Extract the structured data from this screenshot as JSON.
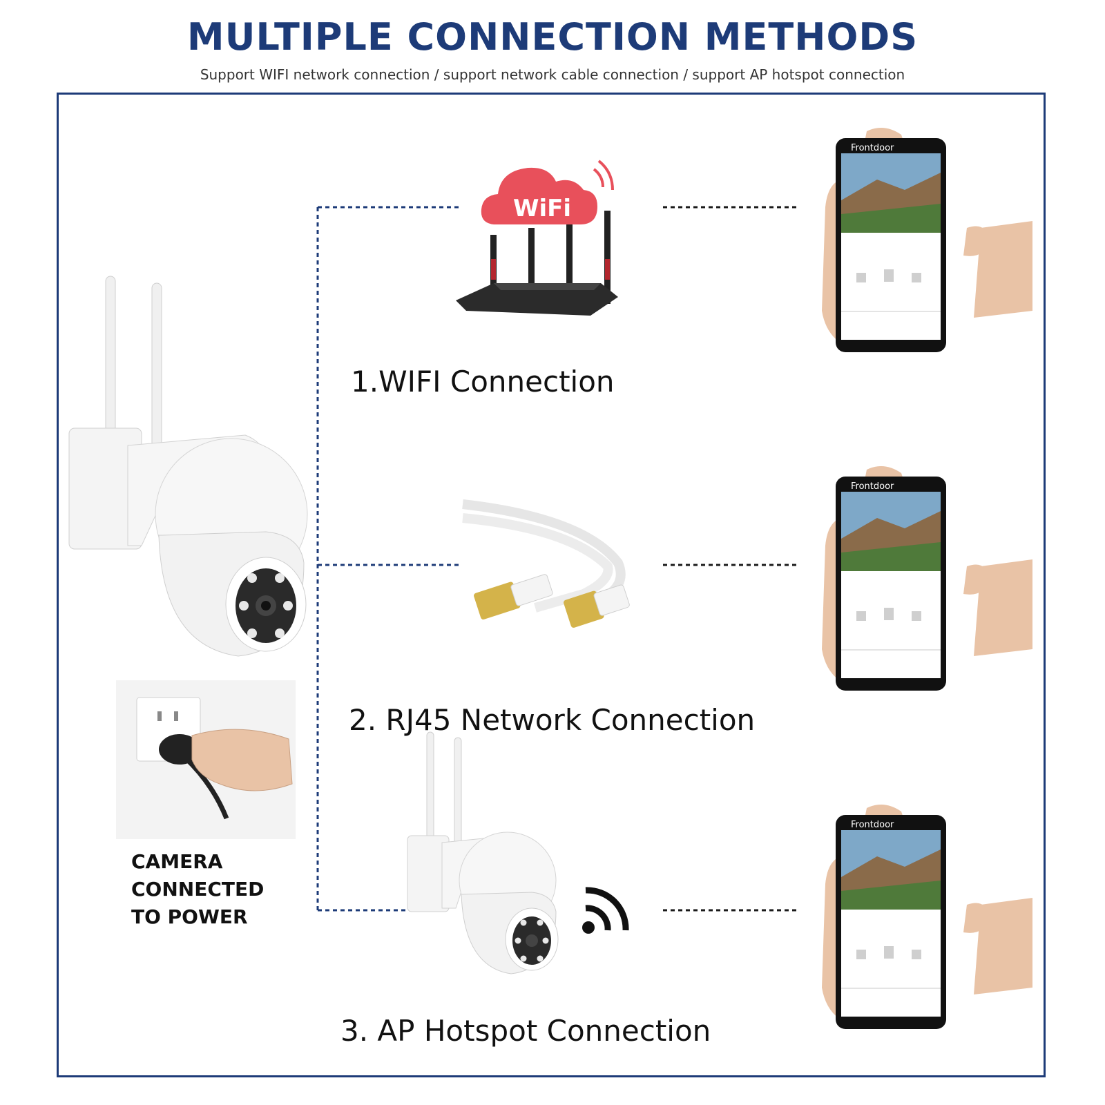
{
  "header": {
    "title": "MULTIPLE CONNECTION METHODS",
    "subtitle": "Support WIFI network connection / support network cable connection / support AP hotspot connection"
  },
  "methods": [
    {
      "label": "1.WIFI Connection"
    },
    {
      "label": "2. RJ45 Network Connection"
    },
    {
      "label": "3. AP Hotspot Connection"
    }
  ],
  "power": {
    "lines": [
      "CAMERA",
      "CONNECTED",
      "TO POWER"
    ]
  },
  "wifi_cloud": {
    "text": "WiFi"
  },
  "phone": {
    "screen_title": "Frontdoor"
  },
  "colors": {
    "title": "#1d3b78",
    "frame": "#1d3b78",
    "wifi_cloud": "#e8505b",
    "router": "#2b2b2b",
    "connector_gold": "#d4b34a"
  }
}
